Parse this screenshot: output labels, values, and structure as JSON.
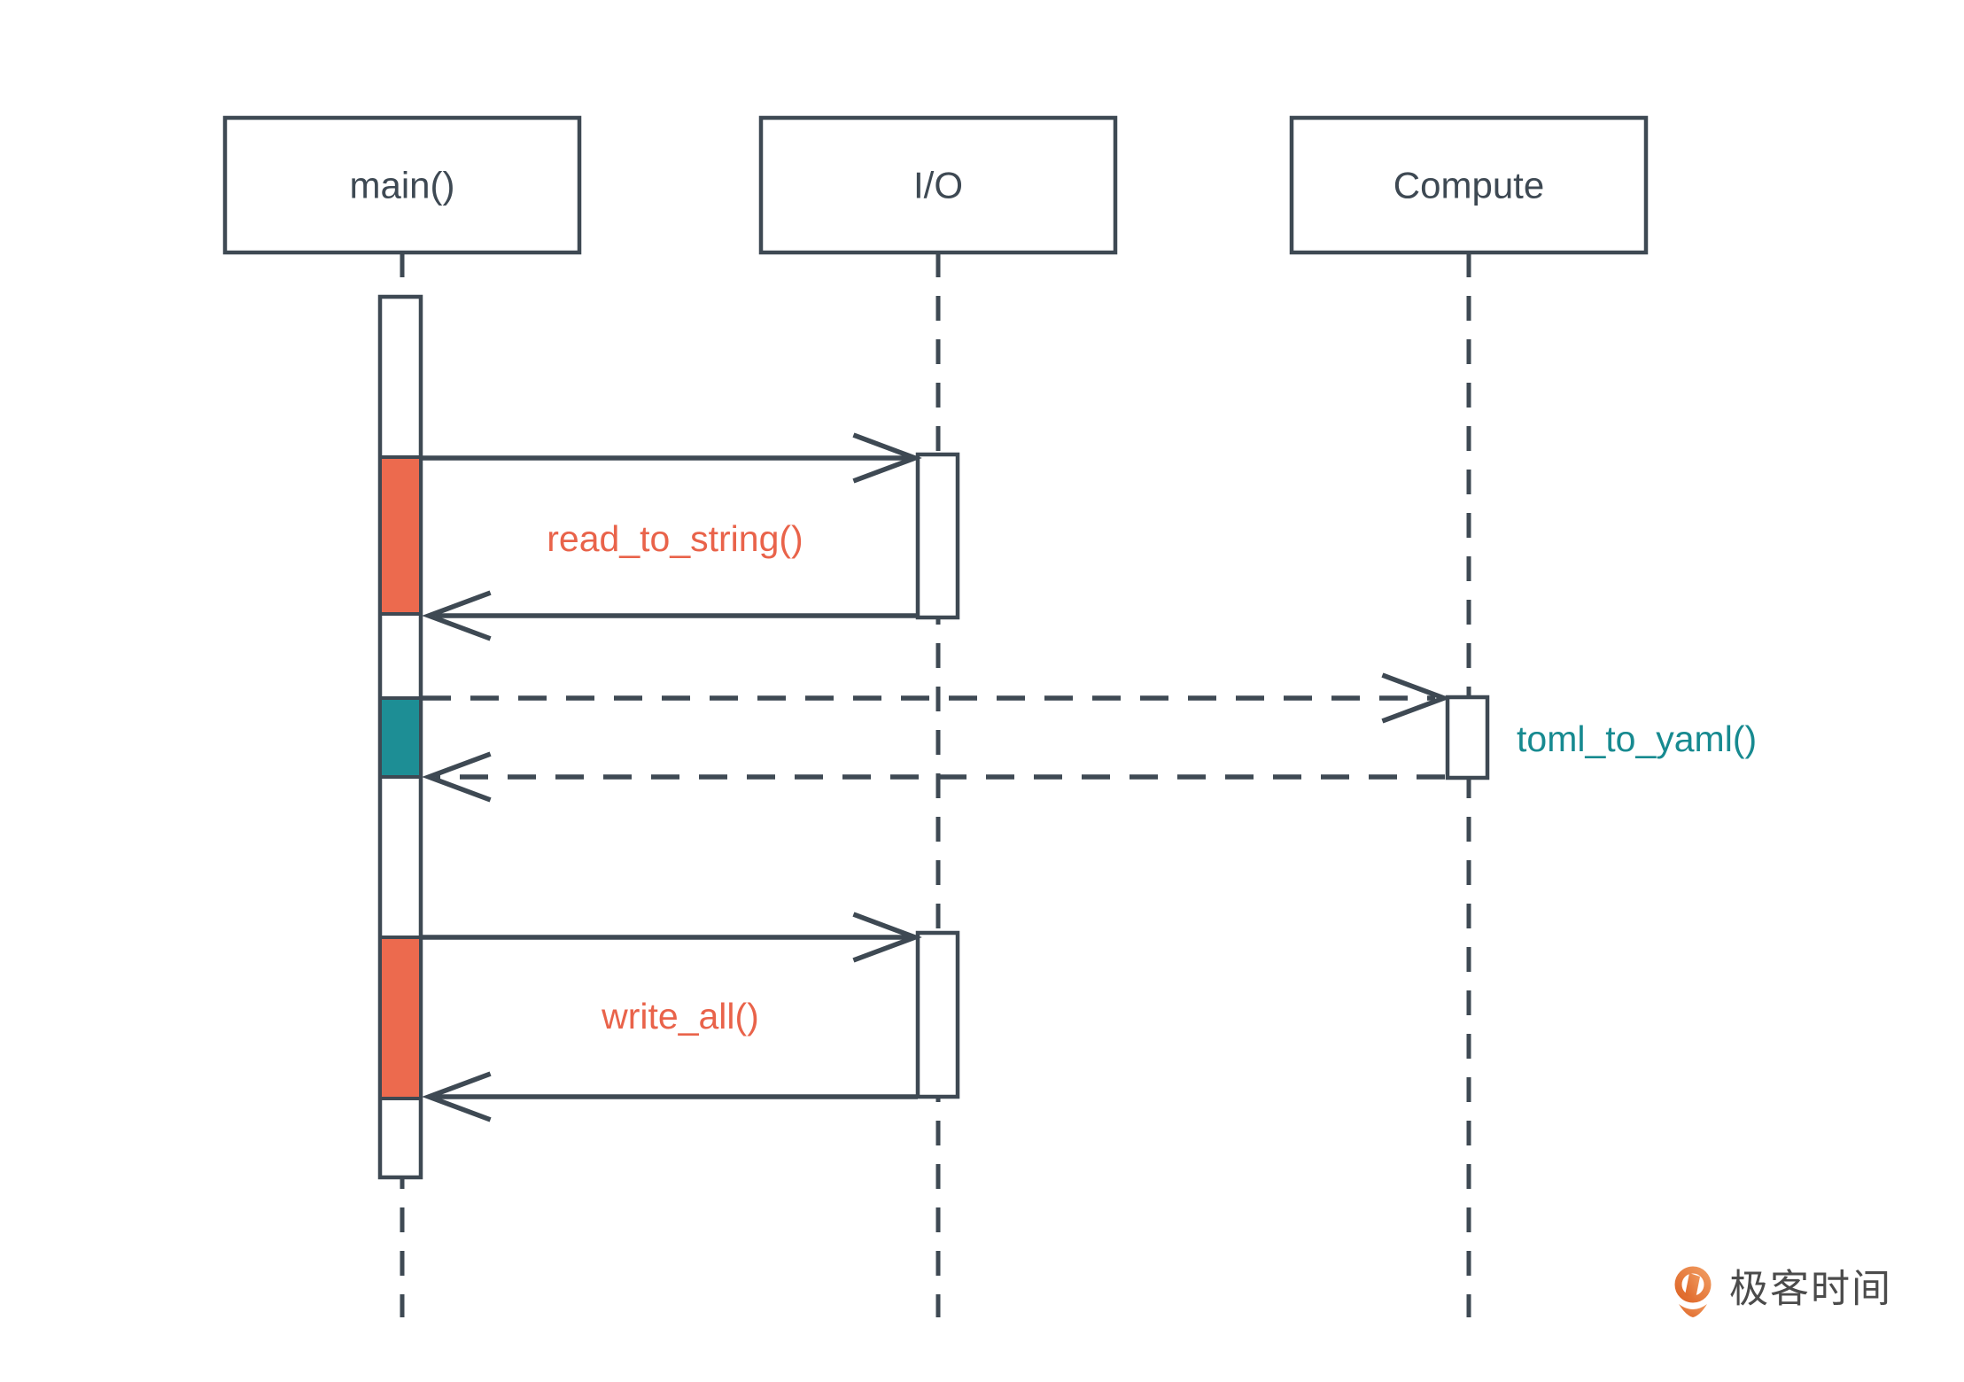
{
  "colors": {
    "background": "#FFFFFF",
    "dark": "#3E4953",
    "orange": "#EC6A4E",
    "teal": "#1D8E95",
    "orange_text": "#E9634A",
    "teal_text": "#178A90",
    "logo_orange_light": "#F09A5F",
    "logo_orange_dark": "#DE6526",
    "logo_text": "#4B4B4B"
  },
  "diagram_type": "uml-sequence",
  "participants": [
    {
      "id": "main",
      "label": "main()"
    },
    {
      "id": "io",
      "label": "I/O"
    },
    {
      "id": "compute",
      "label": "Compute"
    }
  ],
  "messages": [
    {
      "label": "read_to_string()",
      "from": "main",
      "to": "io",
      "line_style": "solid",
      "label_color": "orange",
      "has_return": true
    },
    {
      "label": "toml_to_yaml()",
      "from": "main",
      "to": "compute",
      "line_style": "dashed",
      "label_color": "teal",
      "has_return": true
    },
    {
      "label": "write_all()",
      "from": "main",
      "to": "io",
      "line_style": "solid",
      "label_color": "orange",
      "has_return": true
    }
  ],
  "logo": {
    "text": "极客时间",
    "icon": "geektime-pin-icon"
  }
}
